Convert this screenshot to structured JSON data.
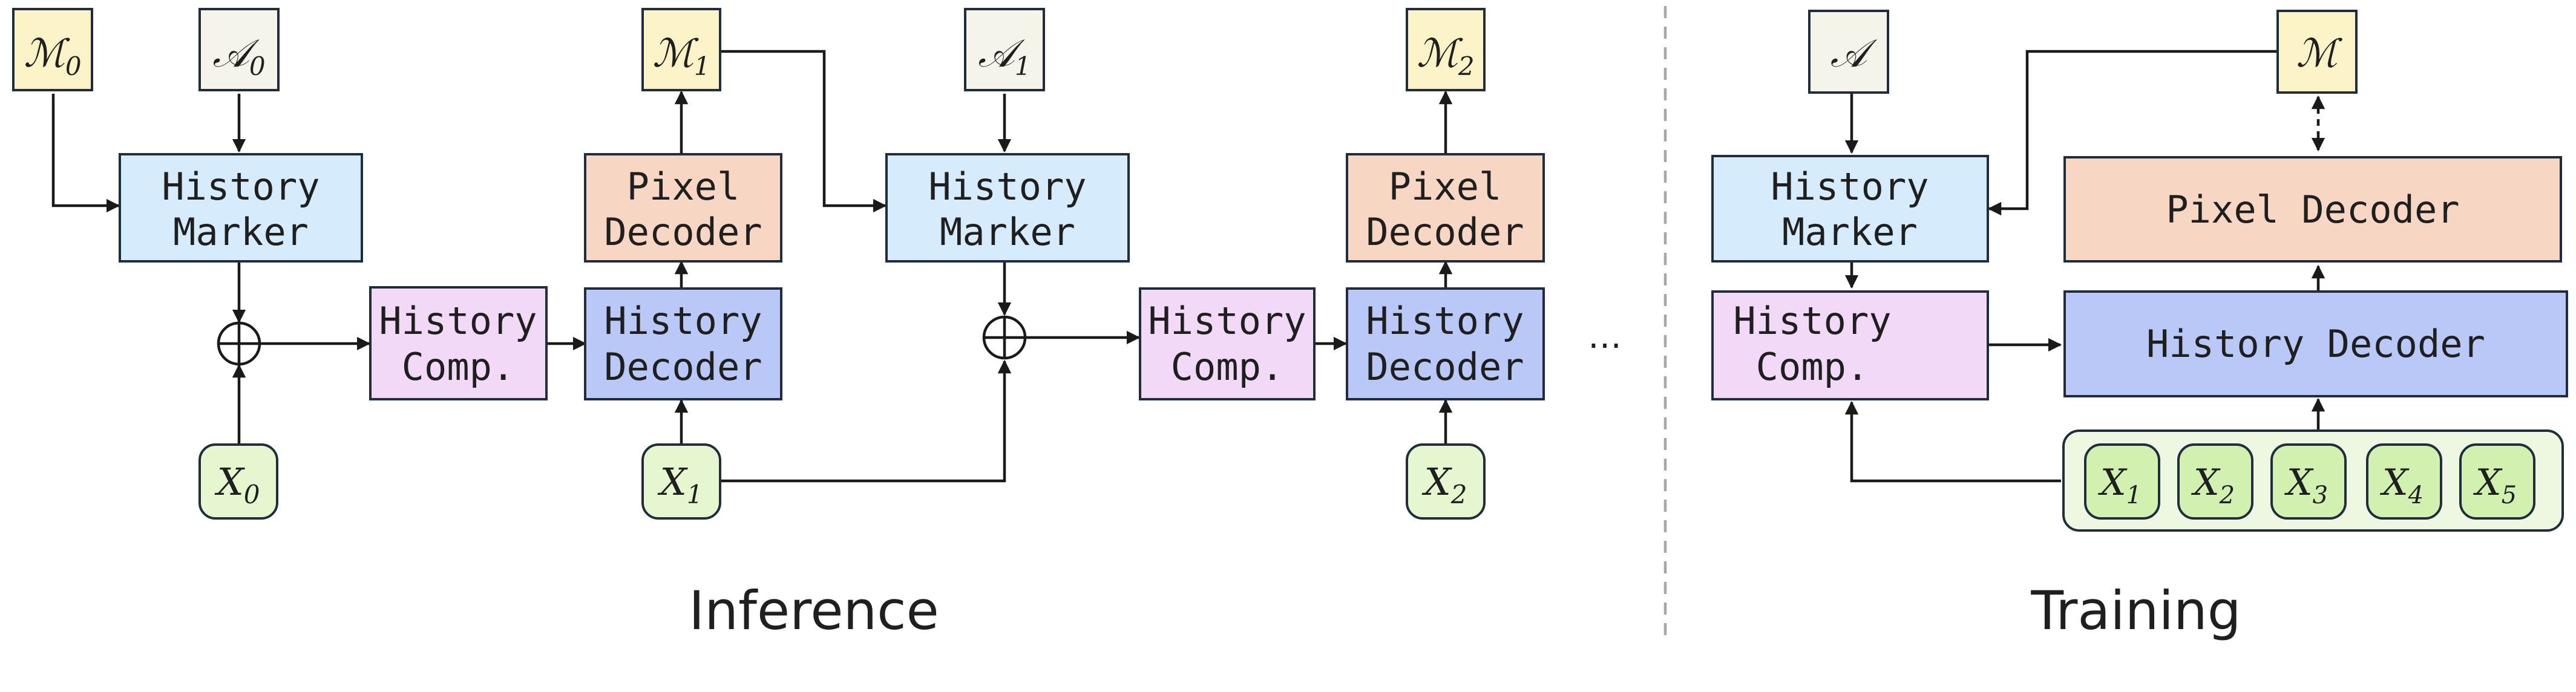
{
  "colors": {
    "marker": "#d6ebfb",
    "decoder": "#b9c8f6",
    "pixel": "#f7d7c3",
    "comp": "#f1d9f7",
    "mask_token": "#fbf3c7",
    "action_token": "#f6f3ea",
    "frame_token": "#e6f6cf",
    "frame_token_strong": "#d2f0b0",
    "frame_group": "#eef7e2"
  },
  "labels": {
    "history_marker": [
      "History",
      "Marker"
    ],
    "pixel_decoder": [
      "Pixel",
      "Decoder"
    ],
    "pixel_decoder_single": "Pixel Decoder",
    "history_decoder": [
      "History",
      "Decoder"
    ],
    "history_decoder_single": "History Decoder",
    "history_comp": [
      "History",
      "Comp."
    ]
  },
  "tokens": {
    "m0": {
      "base": "ℳ",
      "sub": "0"
    },
    "a0": {
      "base": "𝒜",
      "sub": "0"
    },
    "m1": {
      "base": "ℳ",
      "sub": "1"
    },
    "a1": {
      "base": "𝒜",
      "sub": "1"
    },
    "m2": {
      "base": "ℳ",
      "sub": "2"
    },
    "x0": {
      "base": "X",
      "sub": "0"
    },
    "x1": {
      "base": "X",
      "sub": "1"
    },
    "x2": {
      "base": "X",
      "sub": "2"
    },
    "a": {
      "base": "𝒜",
      "sub": ""
    },
    "m": {
      "base": "ℳ",
      "sub": ""
    },
    "t1": {
      "base": "X",
      "sub": "1"
    },
    "t2": {
      "base": "X",
      "sub": "2"
    },
    "t3": {
      "base": "X",
      "sub": "3"
    },
    "t4": {
      "base": "X",
      "sub": "4"
    },
    "t5": {
      "base": "X",
      "sub": "5"
    }
  },
  "ellipsis": "…",
  "section_labels": {
    "inference": "Inference",
    "training": "Training"
  }
}
